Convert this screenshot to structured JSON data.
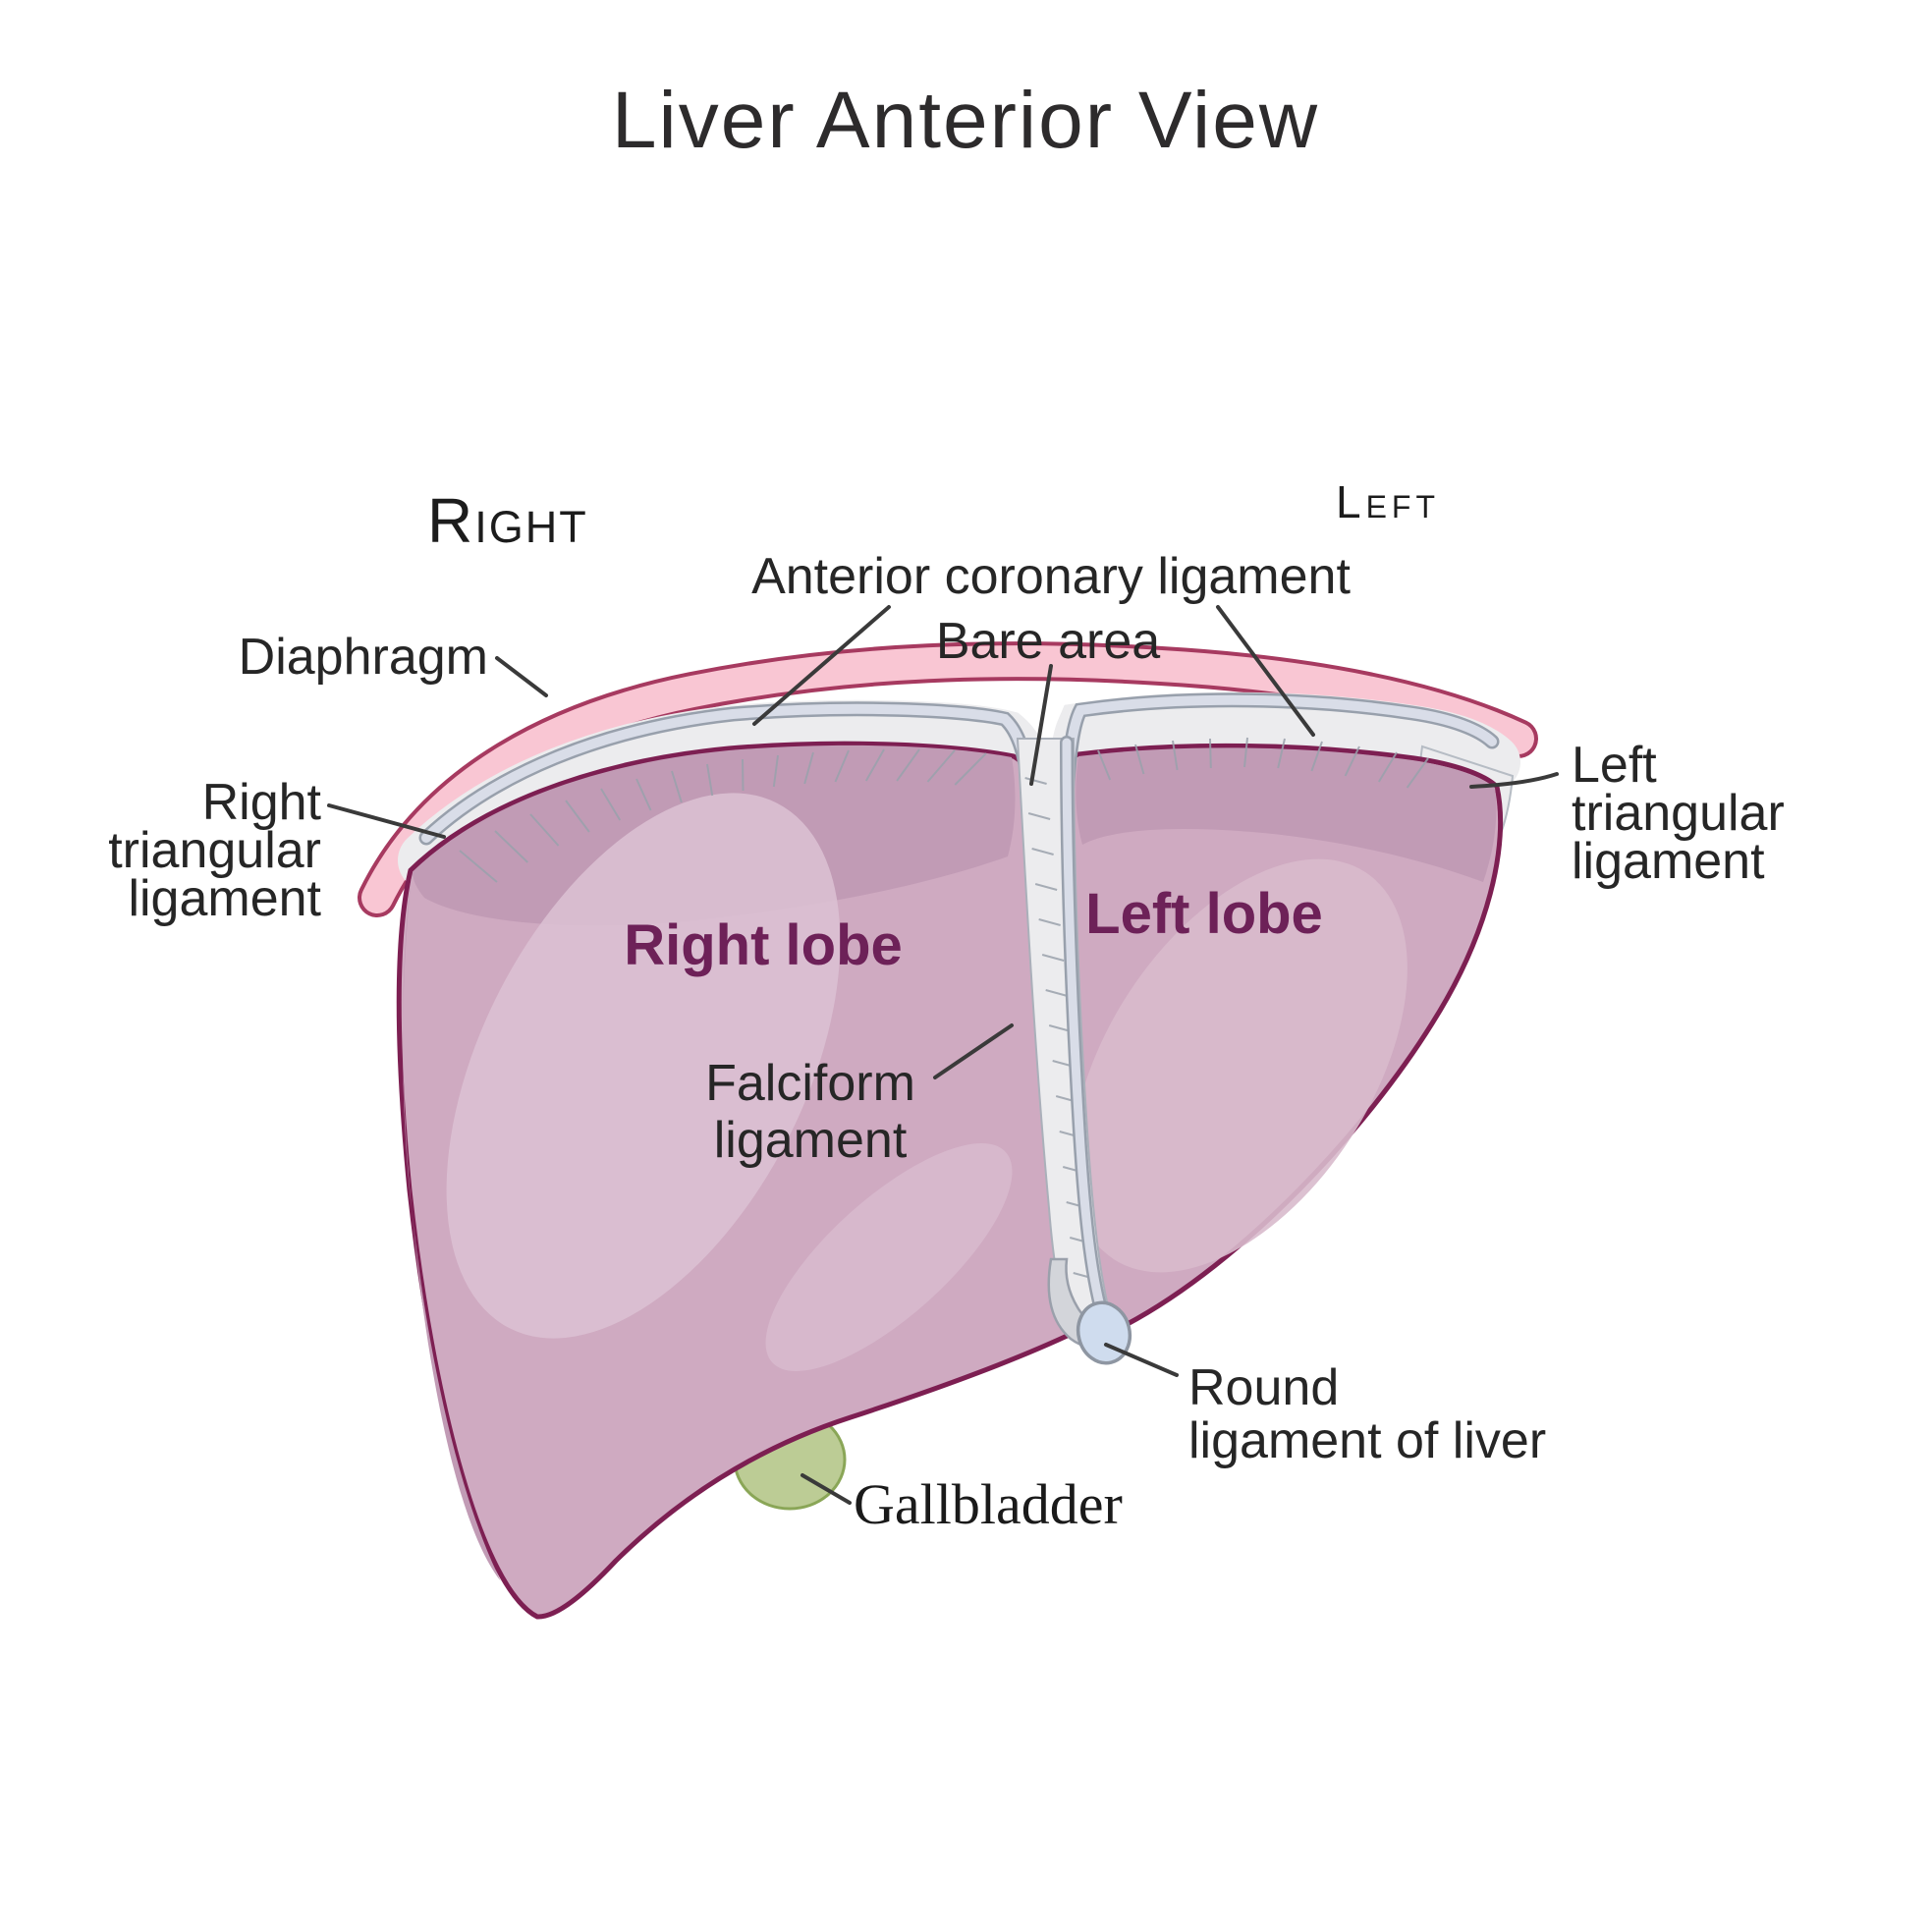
{
  "title": {
    "text": "Liver Anterior View"
  },
  "markers": {
    "right": "Right",
    "left": "Left"
  },
  "labels": {
    "anterior_coronary": "Anterior coronary ligament",
    "bare_area": "Bare area",
    "diaphragm": "Diaphragm",
    "right_triangular": [
      "Right",
      "triangular",
      "ligament"
    ],
    "left_triangular": [
      "Left",
      "triangular",
      "ligament"
    ],
    "right_lobe": "Right lobe",
    "left_lobe": "Left lobe",
    "falciform": [
      "Falciform",
      "ligament"
    ],
    "round_ligament": [
      "Round",
      "ligament of liver"
    ],
    "gallbladder": "Gallbladder"
  },
  "colors": {
    "background": "#ffffff",
    "title_text": "#2d2b2c",
    "label_text": "#262626",
    "lobe_label_text": "#6d2158",
    "leader_line": "#3a3a3a",
    "liver_fill": "#cfaac1",
    "liver_top_shade": "#c19bb5",
    "liver_highlight": "#dcc2d3",
    "liver_highlight_left": "#d8bacc",
    "liver_outline": "#7d1f52",
    "diaphragm_fill": "#f9c6d3",
    "diaphragm_outline": "#a73a60",
    "ligament_band_fill": "#ececee",
    "ligament_strip_fill": "#d9dde8",
    "ligament_strip_outline": "#98a0ac",
    "tick_line": "#9aa2ac",
    "round_ligament_fill": "#cfdcee",
    "round_ligament_outline": "#8e96a2",
    "round_ligament_wrap": "#d3d5da",
    "gallbladder_fill": "#bccc95",
    "gallbladder_outline": "#8aa657"
  }
}
